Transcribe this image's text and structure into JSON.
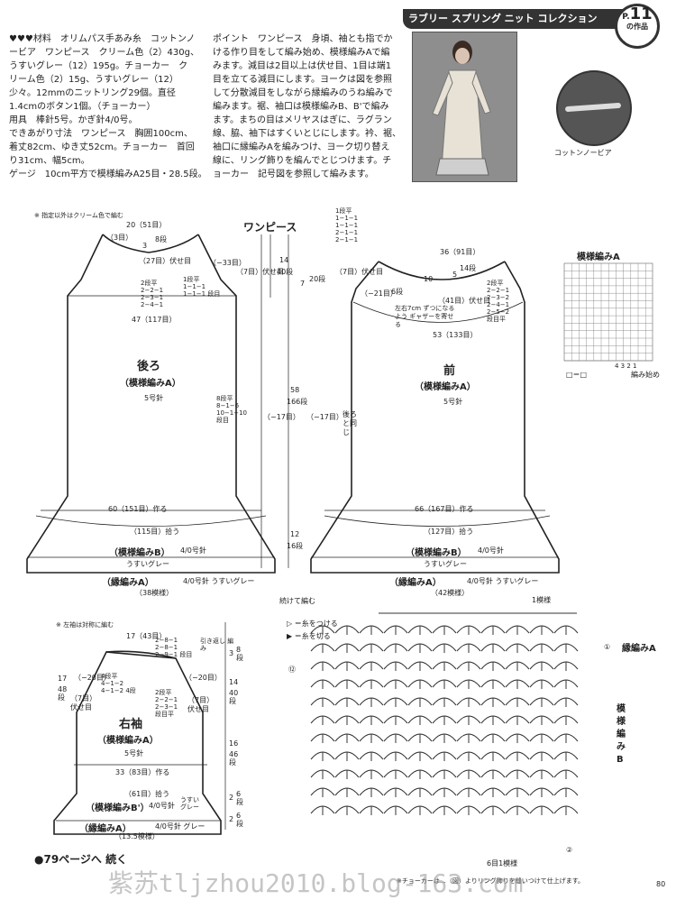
{
  "header": {
    "collection_title": "ラブリー スプリング ニット コレクション",
    "page_prefix": "P.",
    "page_num": "11",
    "page_suffix": "の作品",
    "yarn_caption": "コットンノービア"
  },
  "materials": {
    "lines": [
      "♥♥♥材料　オリムパス手あみ糸　コットンノ",
      "ービア　ワンピース　クリーム色（2）430g、",
      "うすいグレー（12）195g。チョーカー　ク",
      "リーム色（2）15g、うすいグレー（12）",
      "少々。12mmのニットリング29個。直径",
      "1.4cmのボタン1個。（チョーカー）",
      "用具　棒針5号。かぎ針4/0号。",
      "できあがり寸法　ワンピース　胸囲100cm、",
      "着丈82cm、ゆき丈52cm。チョーカー　首回",
      "り31cm、幅5cm。",
      "ゲージ　10cm平方で模様編みA25目・28.5段。"
    ]
  },
  "point": {
    "lines": [
      "ポイント　ワンピース　身頃、袖とも指でか",
      "ける作り目をして編み始め、模様編みAで編",
      "みます。減目は2目以上は伏せ目、1目は端1",
      "目を立てる減目にします。ヨークは図を参照",
      "して分散減目をしながら縁編みのうね編みで",
      "編みます。裾、袖口は模様編みB、B'で編み",
      "ます。まちの目はメリヤスはぎに、ラグラン",
      "線、脇、袖下はすくいとじにします。衿、裾、",
      "袖口に縁編みAを編みつけ、ヨーク切り替え",
      "線に、リング飾りを編んでとじつけます。チ",
      "ョーカー　記号図を参照して編みます。"
    ]
  },
  "diagram": {
    "note_cream": "※ 指定以外はクリーム色で編む",
    "note_sleeve": "※ 左袖は対称に編む",
    "dress_title": "ワンピース",
    "back": {
      "title": "後ろ",
      "pattern": "（模様編みA）",
      "needle": "5号針",
      "top_width": "20（51目）",
      "bottom_width": "60（151目）作る",
      "pickup": "（115目）拾う",
      "hem_pattern": "（模様編みB）",
      "hem_needle": "4/0号針",
      "hem_color": "うすいグレー",
      "edge_pattern": "（縁編みA）",
      "edge_needle": "4/0号針 うすいグレー",
      "edge_count": "（38模様）",
      "yoke_width": "47（117目）",
      "shoulder_rows": "（27目）伏せ目",
      "cast_off": "（7目）伏せ目",
      "armhole": "（−33目）",
      "side_dec": "（−17目）",
      "three_stitch": "（3目）",
      "rows_3": "3",
      "rows_8": "8段",
      "dec_table": "2段平\n2−2−1\n2−3−1\n2−4−1",
      "dec_table2": "1段平\n1−1−1\n1−1−1 段目",
      "side_table": "8段平\n8−1−6\n10−1−10\n段目"
    },
    "front": {
      "title": "前",
      "pattern": "（模様編みA）",
      "needle": "5号針",
      "top_width": "36（91目）",
      "bottom_width": "66（167目）作る",
      "pickup": "（127目）拾う",
      "hem_pattern": "（模様編みB）",
      "hem_needle": "4/0号針",
      "hem_color": "うすいグレー",
      "edge_pattern": "（縁編みA）",
      "edge_needle": "4/0号針 うすいグレー",
      "edge_count": "（42模様）",
      "yoke_width": "53（133目）",
      "center": "（41目）伏せ目",
      "yoke_note": "左右7cm ずつになるよう ギャザーを寄せる",
      "shoulder": "（−21目）",
      "back_same": "後ろと同じ",
      "side_dec": "（−17目）",
      "cast_off": "（7目）伏せ目",
      "dec_table": "2段平\n2−2−1\n2−3−2\n2−4−1\n2−5−2\n段目平"
    },
    "dims": {
      "d14": "14",
      "d40": "40段",
      "d7": "7",
      "d20": "20段",
      "d58": "58",
      "d166": "166段",
      "d12": "12",
      "d16": "16段",
      "d2": "2",
      "d6": "6段",
      "d10": "10",
      "d5": "5",
      "d14b": "14段",
      "continue": "続けて編む",
      "yoke_rows": "1段平\n1−1−1\n1−1−1\n2−1−1\n2−1−1"
    },
    "sleeve": {
      "title": "右袖",
      "pattern": "（模様編みA）",
      "needle": "5号針",
      "top_width": "17（43目）",
      "bottom_width": "33（83目）作る",
      "pickup": "（61目）拾う",
      "hem_pattern": "（模様編みB'）",
      "hem_needle": "4/0号針",
      "hem_color": "うすい グレー",
      "edge_pattern": "（縁編みA）",
      "edge_needle": "4/0号針 グレー",
      "edge_count": "（13.5模様）",
      "pull_stitch": "引き返し 編み",
      "dec_left": "（−20目）",
      "dec_right": "（−20目）",
      "cast_off_l": "（7目）伏せ目",
      "cast_off_r": "（7目）伏せ目",
      "left_table": "4段平\n4−1−2\n4−1−2 4段",
      "right_table": "2段平\n2−2−1\n2−3−1\n段目平",
      "top_table": "2−8−1\n2−8−1\n2−9−1 段目",
      "d17": "17",
      "d48": "48段",
      "d14": "14",
      "d40": "40段",
      "d16": "16",
      "d46": "46段",
      "d3": "3",
      "d8": "8段",
      "d2": "2",
      "d6": "6段",
      "d2b": "2",
      "d6b": "6段"
    },
    "chart_a": {
      "title": "模様編みA",
      "start": "編み始め",
      "legend": "□＝□",
      "bottom_nums": "4 3 2 1"
    },
    "chart_b": {
      "legend_attach": "＝糸をつける",
      "legend_cut": "＝糸を切る",
      "repeat": "1模様",
      "edge_a": "縁編みA",
      "pattern_b": "模様編みB",
      "start_row": "6目1模様",
      "row_12": "⑫",
      "row_1": "①",
      "row_2": "②"
    },
    "continued": "●79ページへ 続く",
    "page_number": "80",
    "footer_note": "※チョーカーは…（図）よりリング飾りを縫いつけて仕上げます。",
    "watermark": "紫苏tljzhou2010.blog-163.com"
  }
}
